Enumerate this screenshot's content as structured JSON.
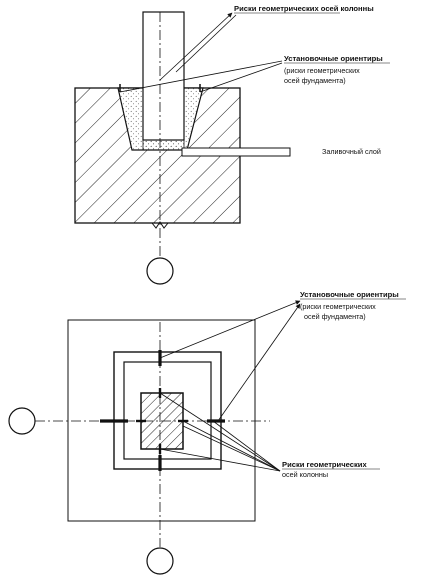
{
  "annotations": {
    "top_column_axes": "Риски геометрических осей колонны",
    "top_foundation_marks_title": "Установочные ориентиры",
    "top_foundation_marks_sub1": "(риски геометрических",
    "top_foundation_marks_sub2": "осей фундамента)",
    "top_grout": "Заливочный слой",
    "bottom_marks_title": "Установочные ориентиры",
    "bottom_marks_sub1": "(риски геометрических",
    "bottom_marks_sub2": "осей фундамента)",
    "bottom_column_axes1": "Риски геометрических",
    "bottom_column_axes2": "осей колонны"
  },
  "colors": {
    "line": "#111111",
    "hatch": "#222222",
    "grout_dots": "#444444",
    "background": "#ffffff"
  }
}
